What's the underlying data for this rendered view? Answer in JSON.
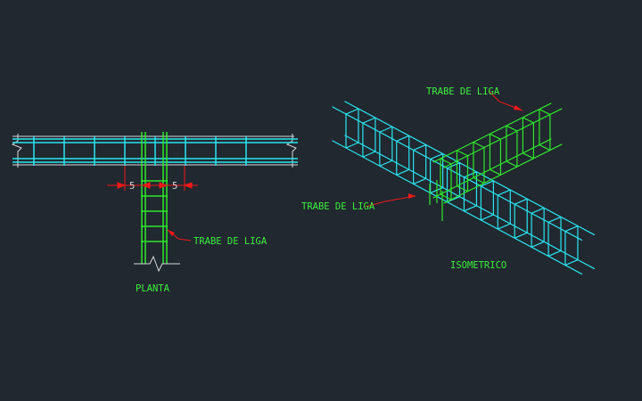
{
  "colors": {
    "background": "#212830",
    "cyan": "#29e6f0",
    "green": "#2ee82a",
    "red": "#f01818",
    "white": "#d8d8d8",
    "label_green": "#3df03d"
  },
  "plan": {
    "dim_left": "5",
    "dim_right": "5",
    "label": "TRABE DE LIGA",
    "title": "PLANTA"
  },
  "iso": {
    "label_top": "TRABE DE LIGA",
    "label_left": "TRABE DE LIGA",
    "title": "ISOMETRICO"
  }
}
